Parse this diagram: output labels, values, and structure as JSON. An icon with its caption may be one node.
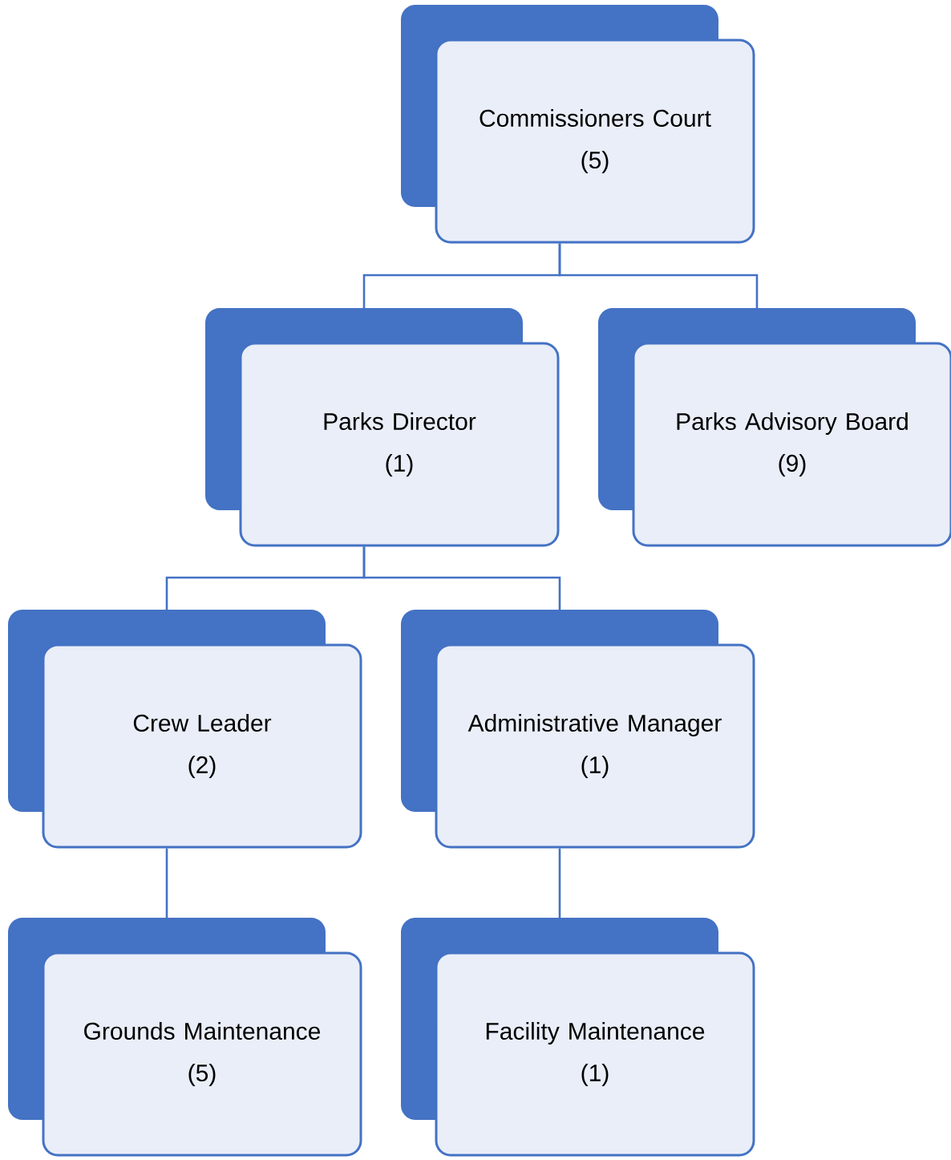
{
  "diagram": {
    "nodes": [
      {
        "text": [
          "Commissioners Court",
          "(5)"
        ]
      },
      {
        "text": [
          "Parks Director",
          "(1)"
        ]
      },
      {
        "text": [
          "Parks Advisory Board",
          "(9)"
        ]
      },
      {
        "text": [
          "Crew Leader",
          "(2)"
        ]
      },
      {
        "text": [
          "Administrative Manager",
          "(1)"
        ]
      },
      {
        "text": [
          "Grounds Maintenance",
          "(5)"
        ]
      },
      {
        "text": [
          "Facility Maintenance",
          "(1)"
        ]
      }
    ],
    "edges": [
      {
        "from": 0,
        "to": 1,
        "arrow": "none"
      },
      {
        "from": 0,
        "to": 2,
        "arrow": "none"
      },
      {
        "from": 1,
        "to": 3,
        "arrow": "none"
      },
      {
        "from": 1,
        "to": 4,
        "arrow": "none"
      },
      {
        "from": 3,
        "to": 5,
        "arrow": "none"
      },
      {
        "from": 4,
        "to": 6,
        "arrow": "none"
      }
    ]
  }
}
